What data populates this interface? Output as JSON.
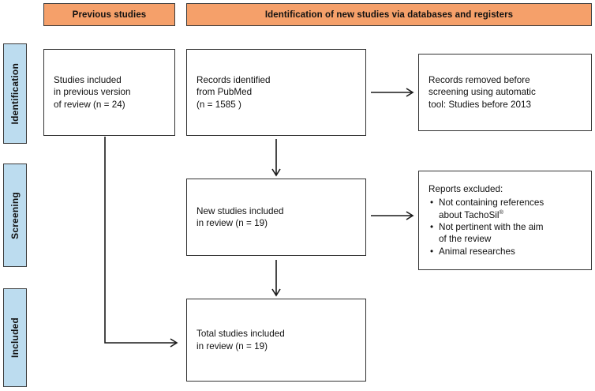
{
  "diagram": {
    "title": "PRISMA flow diagram",
    "colors": {
      "header_orange": "#f5a06a",
      "stage_blue": "#bcdcef",
      "border_dark": "#3a3a3a",
      "box_border": "#333333",
      "text": "#111111",
      "background": "#ffffff"
    }
  },
  "headers": {
    "previous_studies": "Previous studies",
    "new_studies": "Identification of new studies via databases and registers"
  },
  "stages": {
    "identification": "Identification",
    "screening": "Screening",
    "included": "Included"
  },
  "boxes": {
    "prev_included": {
      "line1": "Studies included",
      "line2": "in previous version",
      "line3": "of review (n = 24)"
    },
    "records_identified": {
      "line1": "Records identified",
      "line2": "from PubMed",
      "line3": "(n = 1585 )"
    },
    "records_removed": {
      "line1": "Records removed before",
      "line2": "screening using automatic",
      "line3": "tool: Studies before 2013"
    },
    "new_studies_included": {
      "line1": "New studies included",
      "line2": "in review (n = 19)"
    },
    "reports_excluded": {
      "heading": "Reports excluded:",
      "items": [
        {
          "text_before": "Not containing references",
          "text_after": "about TachoSil",
          "mark": "®"
        },
        {
          "text_before": "Not pertinent with the aim",
          "text_after": "of the review",
          "mark": ""
        },
        {
          "text_before": "Animal researches",
          "text_after": "",
          "mark": ""
        }
      ]
    },
    "total_studies": {
      "line1": "Total studies included",
      "line2": "in review (n = 19)"
    }
  },
  "connectors": [
    {
      "name": "records-identified-to-records-removed",
      "type": "arrow-right"
    },
    {
      "name": "records-identified-to-new-studies",
      "type": "arrow-down"
    },
    {
      "name": "new-studies-to-reports-excluded",
      "type": "arrow-right"
    },
    {
      "name": "new-studies-to-total-studies",
      "type": "arrow-down"
    },
    {
      "name": "prev-included-to-total-studies",
      "type": "elbow-arrow-right"
    }
  ]
}
